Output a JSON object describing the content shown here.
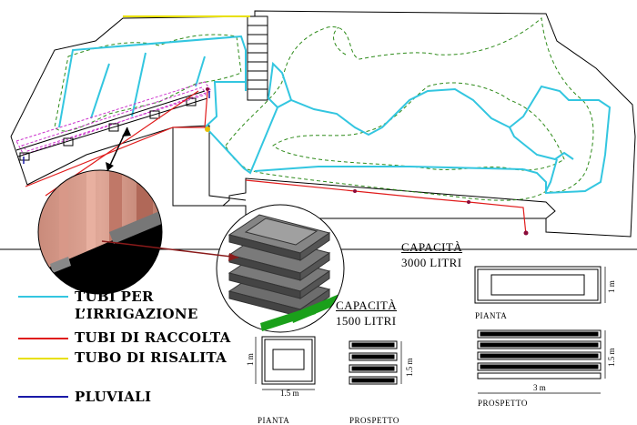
{
  "colors": {
    "irrigation": "#33c6e0",
    "collection": "#e01b1b",
    "riser": "#e8e000",
    "downspout": "#1a1aa8",
    "vegetation": "#2e8b1a",
    "outline": "#000000",
    "gutter": "#cc33cc",
    "pipe_green": "#1aa01a",
    "tank_dark": "#555555",
    "tank_mid": "#7a7a7a",
    "tank_light": "#9a9a9a"
  },
  "legend": {
    "items": [
      {
        "id": "irrigation",
        "label": "TUBI PER\nL’IRRIGAZIONE",
        "line1": "TUBI PER",
        "line2": "L’IRRIGAZIONE",
        "color": "#33c6e0"
      },
      {
        "id": "collection",
        "label": "TUBI DI RACCOLTA",
        "color": "#e01b1b"
      },
      {
        "id": "riser",
        "label": "TUBO DI RISALITA",
        "color": "#e8e000"
      },
      {
        "id": "downspout",
        "label": "PLUVIALI",
        "color": "#1a1aa8"
      }
    ]
  },
  "tank_small": {
    "title": "CAPACITÀ",
    "capacity": "1500 LITRI",
    "plan_label": "PIANTA",
    "elevation_label": "PROSPETTO",
    "width_dim": "1.5 m",
    "depth_dim": "1 m",
    "height_dim": "1.5 m"
  },
  "tank_large": {
    "title": "CAPACITÀ",
    "capacity": "3000 LITRI",
    "plan_label": "PIANTA",
    "elevation_label": "PROSPETTO",
    "width_dim": "3 m",
    "depth_dim": "1 m",
    "height_dim": "1.5 m"
  }
}
